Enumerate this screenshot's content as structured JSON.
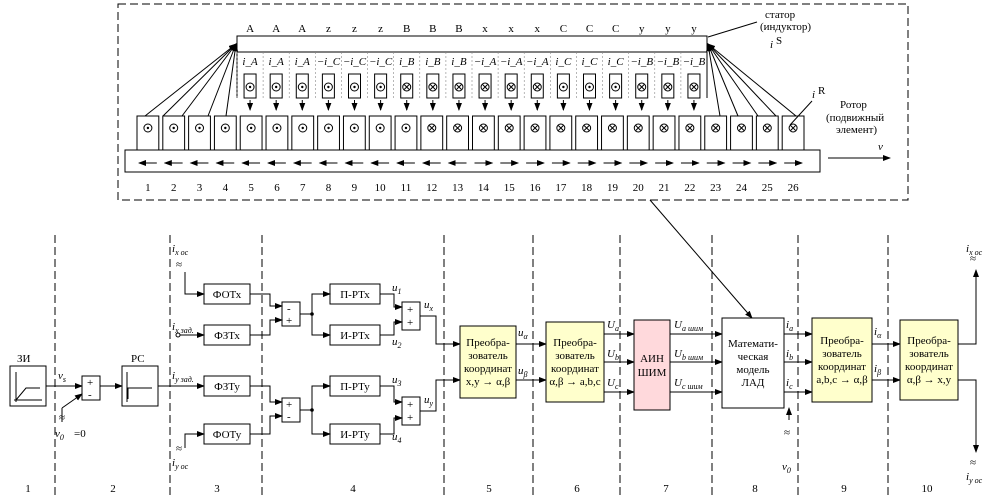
{
  "motor": {
    "stator_label": [
      "статор",
      "(индуктор)"
    ],
    "rotor_label": [
      "Ротор",
      "(подвижный",
      "элемент)"
    ],
    "is_label": "i",
    "is_sup": "S",
    "ir_label": "i",
    "ir_sup": "R",
    "v_label": "v",
    "phase_letters": [
      "A",
      "A",
      "A",
      "z",
      "z",
      "z",
      "B",
      "B",
      "B",
      "x",
      "x",
      "x",
      "C",
      "C",
      "C",
      "y",
      "y",
      "y"
    ],
    "slot_currents": [
      "i_A",
      "i_A",
      "i_A",
      "−i_C",
      "−i_C",
      "−i_C",
      "i_B",
      "i_B",
      "i_B",
      "−i_A",
      "−i_A",
      "−i_A",
      "i_C",
      "i_C",
      "i_C",
      "−i_B",
      "−i_B",
      "−i_B"
    ],
    "slot_numbers": [
      "1",
      "2",
      "3",
      "4",
      "5",
      "6",
      "7",
      "8",
      "9",
      "10",
      "11",
      "12",
      "13",
      "14",
      "15",
      "16",
      "17",
      "18",
      "19",
      "20",
      "21",
      "22",
      "23",
      "24",
      "25",
      "26"
    ]
  },
  "diagram": {
    "zi": "ЗИ",
    "rs": "РС",
    "v_s": "v",
    "v_s_sub": "s",
    "v0": "v",
    "v0_sub": "0",
    "v0_eq": "=0",
    "fotx": "ФОТх",
    "fztx": "ФЗТх",
    "fzty": "ФЗТу",
    "foty": "ФОТу",
    "prtx": "П-РТх",
    "irtx": "И-РТх",
    "prty": "П-РТу",
    "irty": "И-РТу",
    "i_xos": "i",
    "i_xos_sub": "x ос",
    "i_xzad": "i",
    "i_xzad_sub": "x зад.",
    "i_yzad": "i",
    "i_yzad_sub": "y зад.",
    "i_yos": "i",
    "i_yos_sub": "y ос",
    "u1": "u",
    "u1_sub": "1",
    "u2": "u",
    "u2_sub": "2",
    "u3": "u",
    "u3_sub": "3",
    "u4": "u",
    "u4_sub": "4",
    "ux": "u",
    "ux_sub": "x",
    "uy": "u",
    "uy_sub": "y",
    "conv5": [
      "Преобра-",
      "зователь",
      "координат",
      "x,y → α,β"
    ],
    "conv6": [
      "Преобра-",
      "зователь",
      "координат",
      "α,β → a,b,c"
    ],
    "ain": [
      "АИН",
      "ШИМ"
    ],
    "model": [
      "Математи-",
      "ческая",
      "модель",
      "ЛАД"
    ],
    "conv9": [
      "Преобра-",
      "зователь",
      "координат",
      "a,b,c → α,β"
    ],
    "conv10": [
      "Преобра-",
      "зователь",
      "координат",
      "α,β → x,y"
    ],
    "ua": "u",
    "ua_sub": "α",
    "ub": "u",
    "ub_sub": "β",
    "Ua": "U",
    "Ua_sub": "a",
    "Ub": "U",
    "Ub_sub": "b",
    "Uc": "U",
    "Uc_sub": "c",
    "Uash": "U",
    "Uash_sub": "a шим",
    "Ubsh": "U",
    "Ubsh_sub": "b шим",
    "Ucsh": "U",
    "Ucsh_sub": "c шим",
    "ia": "i",
    "ia_sub": "a",
    "ib": "i",
    "ib_sub": "b",
    "ic": "i",
    "ic_sub": "c",
    "i_alpha": "i",
    "i_alpha_sub": "α",
    "i_beta": "i",
    "i_beta_sub": "β",
    "v0b": "v",
    "v0b_sub": "0",
    "ixos_out": "i",
    "ixos_out_sub": "x ос",
    "iyos_out": "i",
    "iyos_out_sub": "y ос",
    "section_numbers": [
      "1",
      "2",
      "3",
      "4",
      "5",
      "6",
      "7",
      "8",
      "9",
      "10"
    ],
    "plus": "+",
    "minus": "-"
  }
}
